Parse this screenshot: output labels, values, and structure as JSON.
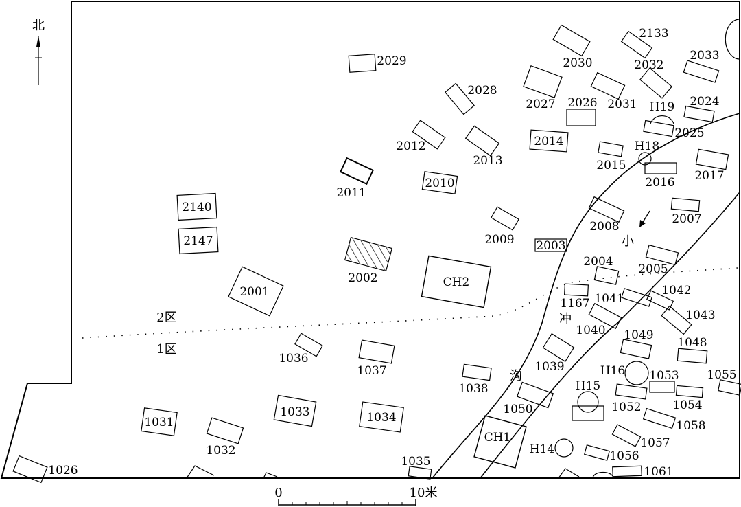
{
  "north": {
    "label": "北"
  },
  "scale": {
    "start": "0",
    "end": "10米"
  },
  "zones": {
    "upper": "2区",
    "lower": "1区"
  },
  "stream": [
    "小",
    "冲",
    "沟"
  ],
  "pits": {
    "ch1": "CH1",
    "ch2": "CH2",
    "h14": "H14",
    "h15": "H15",
    "h16": "H16",
    "h18": "H18",
    "h19": "H19"
  },
  "graves": {
    "g2001": "2001",
    "g2002": "2002",
    "g2003": "2003",
    "g2004": "2004",
    "g2005": "2005",
    "g2007": "2007",
    "g2008": "2008",
    "g2009": "2009",
    "g2010": "2010",
    "g2011": "2011",
    "g2012": "2012",
    "g2013": "2013",
    "g2014": "2014",
    "g2015": "2015",
    "g2016": "2016",
    "g2017": "2017",
    "g2024": "2024",
    "g2025": "2025",
    "g2026": "2026",
    "g2027": "2027",
    "g2028": "2028",
    "g2029": "2029",
    "g2030": "2030",
    "g2031": "2031",
    "g2032": "2032",
    "g2033": "2033",
    "g2133": "2133",
    "g2140": "2140",
    "g2147": "2147",
    "g1026": "1026",
    "g1031": "1031",
    "g1032": "1032",
    "g1033": "1033",
    "g1034": "1034",
    "g1035": "1035",
    "g1036": "1036",
    "g1037": "1037",
    "g1038": "1038",
    "g1039": "1039",
    "g1040": "1040",
    "g1041": "1041",
    "g1042": "1042",
    "g1043": "1043",
    "g1048": "1048",
    "g1049": "1049",
    "g1050": "1050",
    "g1052": "1052",
    "g1053": "1053",
    "g1054": "1054",
    "g1055": "1055",
    "g1056": "1056",
    "g1057": "1057",
    "g1058": "1058",
    "g1061": "1061",
    "g1167": "1167"
  }
}
